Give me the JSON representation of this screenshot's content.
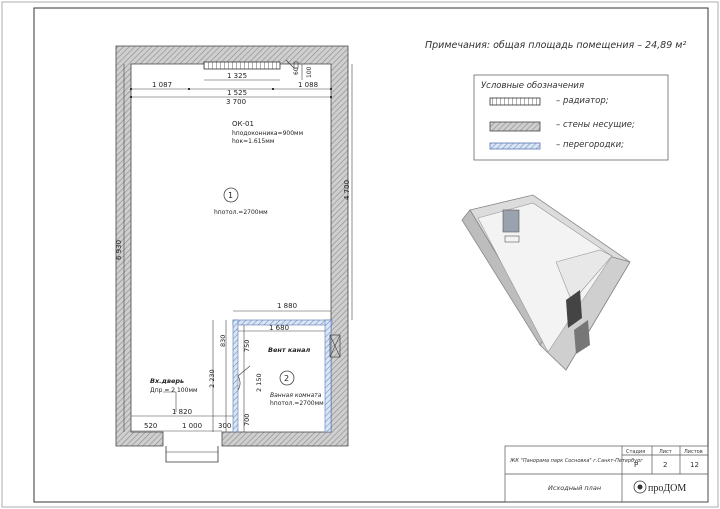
{
  "note": {
    "text": "Примечания: общая площадь помещения – 24,89 м²"
  },
  "legend": {
    "title": "Условные обозначения",
    "items": [
      {
        "label": "– радиатор;"
      },
      {
        "label": "– стены несущие;"
      },
      {
        "label": "– перегородки;"
      }
    ]
  },
  "plan": {
    "window_label": "ОК-01",
    "window_h1": "hподоконника=900мм",
    "window_h2": "hок=1.615мм",
    "room1_number": "1",
    "room1_height": "hпотол.=2700мм",
    "room2_number": "2",
    "room2_name": "Ванная комната",
    "room2_height": "hпотол.=2700мм",
    "vent_label": "Вент канал",
    "entrance_label": "Вх.дверь",
    "entrance_dim": "Дпр = 2 100мм",
    "dims": {
      "rad_width": "1 325",
      "rad_depth": "60",
      "rad_gap": "100",
      "left_wall_seg": "1 087",
      "mid_seg": "1 525",
      "right_wall_seg": "1 088",
      "total_width": "3 700",
      "right_height": "4 700",
      "left_height": "6 930",
      "bath_top": "1 880",
      "bath_inner": "1 680",
      "d830": "830",
      "d750": "750",
      "d2230": "2 230",
      "d2150": "2 150",
      "d700": "700",
      "d1820": "1 820",
      "d520": "520",
      "d1000": "1 000",
      "d300": "300"
    }
  },
  "stamp": {
    "project": "ЖК \"Панорама парк Сосновка\" г.Санкт-Петербург",
    "stage_h": "Стадия",
    "sheet_h": "Лист",
    "sheets_h": "Листов",
    "stage": "Р",
    "sheet": "2",
    "sheets": "12",
    "drawing": "Исходный план",
    "brand": "проДОМ"
  }
}
